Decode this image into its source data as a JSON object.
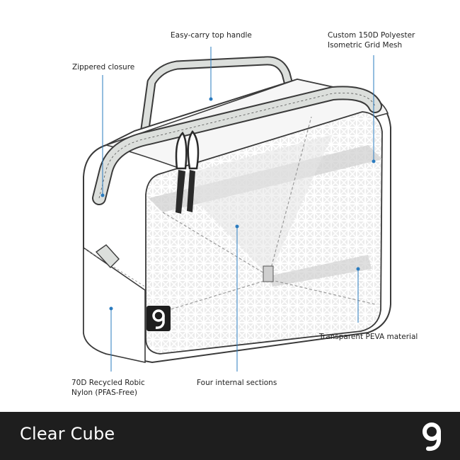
{
  "callouts": {
    "handle": "Easy-carry top handle",
    "mesh_line1": "Custom 150D Polyester",
    "mesh_line2": "Isometric Grid Mesh",
    "zipper": "Zippered closure",
    "peva": "Transparent PEVA material",
    "nylon_line1": "70D Recycled Robic",
    "nylon_line2": "Nylon (PFAS-Free)",
    "sections": "Four internal sections"
  },
  "footer": {
    "title": "Clear Cube",
    "logo_icon": "g-brand-logo-icon"
  },
  "colors": {
    "accent_dot": "#2a7bbf",
    "footer_bg": "#1e1e1e",
    "outline": "#3a3a3a",
    "zipper_track": "#dcdfdc"
  }
}
